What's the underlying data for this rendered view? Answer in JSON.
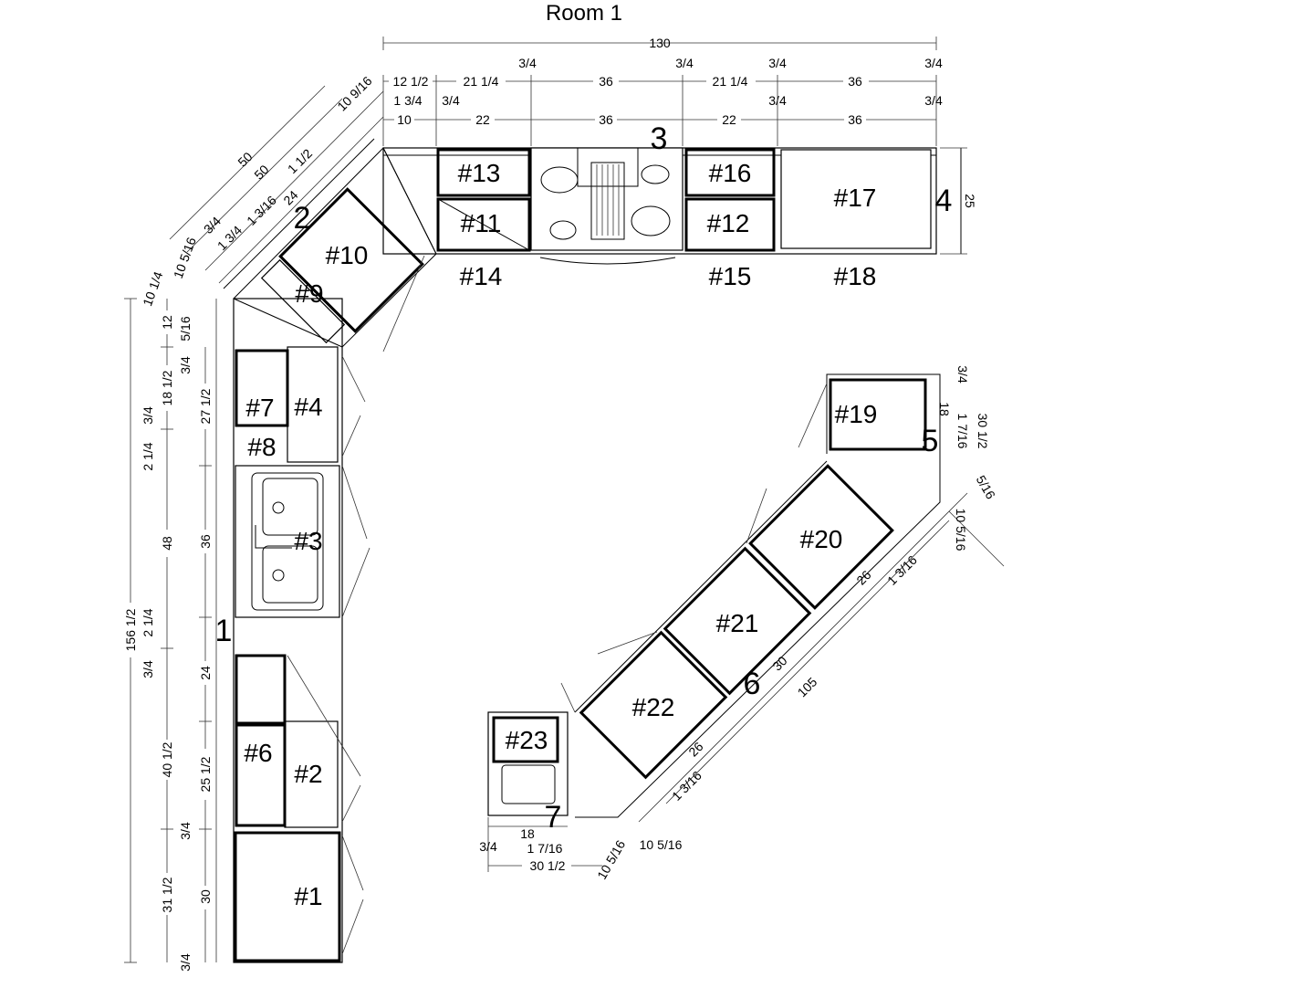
{
  "title": "Room 1",
  "walls": {
    "w1": "1",
    "w2": "2",
    "w3": "3",
    "w4": "4",
    "w5": "5",
    "w6": "6",
    "w7": "7"
  },
  "cabinets": {
    "c1": "#1",
    "c2": "#2",
    "c3": "#3",
    "c4": "#4",
    "c6": "#6",
    "c7": "#7",
    "c8": "#8",
    "c9": "#9",
    "c10": "#10",
    "c11": "#11",
    "c12": "#12",
    "c13": "#13",
    "c14": "#14",
    "c15": "#15",
    "c16": "#16",
    "c17": "#17",
    "c18": "#18",
    "c19": "#19",
    "c20": "#20",
    "c21": "#21",
    "c22": "#22",
    "c23": "#23"
  },
  "dims_top": {
    "total": "130",
    "r1": [
      "3/4",
      "3/4",
      "3/4",
      "3/4"
    ],
    "r2": [
      "12 1/2",
      "21 1/4",
      "36",
      "21 1/4",
      "36"
    ],
    "r3": [
      "1 3/4",
      "3/4",
      "3/4",
      "3/4"
    ],
    "r4": [
      "10",
      "22",
      "36",
      "22",
      "36"
    ]
  },
  "dims_corner": [
    "50",
    "50",
    "10 9/16",
    "1 1/2",
    "24",
    "1 3/4",
    "1 3/16",
    "3/4",
    "10 5/16",
    "10 1/4"
  ],
  "dims_left": {
    "total": "156 1/2",
    "c183": [
      "12",
      "18 1/2",
      "48",
      "40 1/2",
      "31 1/2"
    ],
    "c163": [
      "3/4",
      "2 1/4",
      "2 1/4",
      "3/4"
    ],
    "c203": [
      "3/4",
      "5/16",
      "3/4",
      "3/4"
    ],
    "c225": [
      "27 1/2",
      "36",
      "24",
      "25 1/2",
      "30"
    ]
  },
  "dims_right": {
    "depth": "25",
    "a": "3/4",
    "b": "18",
    "c": "1 7/16",
    "d": "30 1/2",
    "e": "5/16",
    "f": "10 5/16"
  },
  "dims_diag": [
    "26",
    "1 3/16",
    "30",
    "105",
    "26",
    "1 3/16"
  ],
  "dims_bottom": {
    "a": "3/4",
    "b": "18",
    "c": "1 7/16",
    "d": "30 1/2",
    "e": "10 5/16",
    "f": "10 5/16"
  }
}
